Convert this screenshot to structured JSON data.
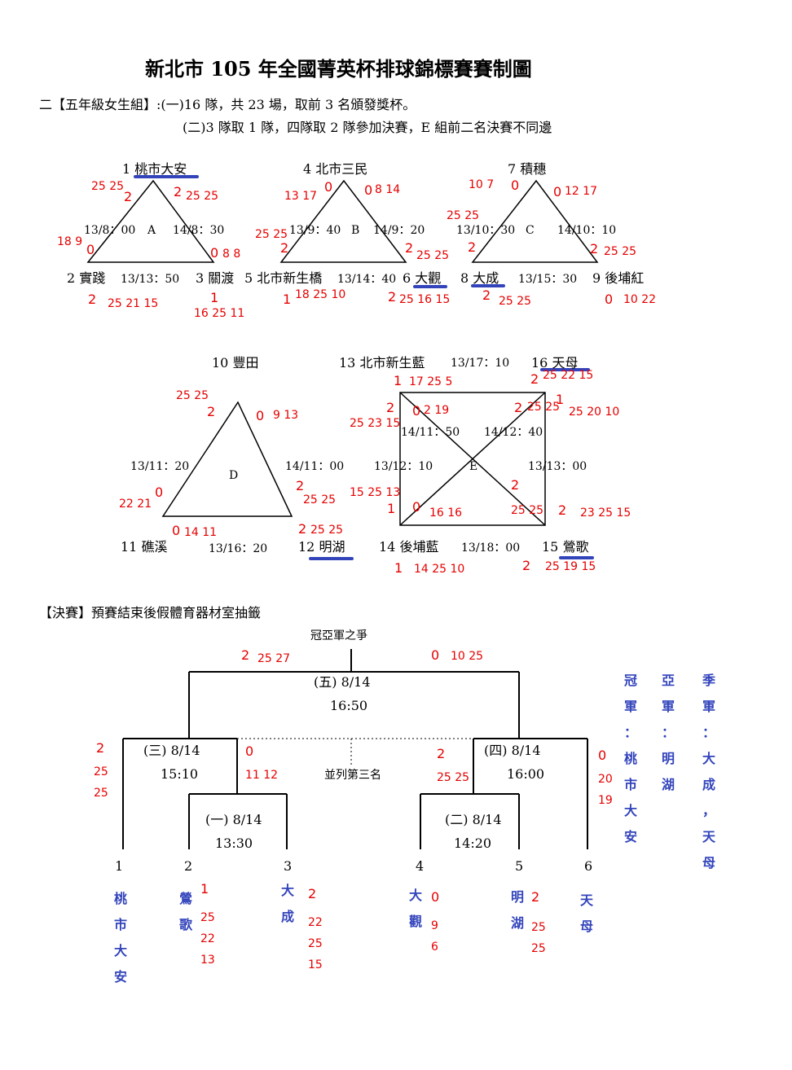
{
  "title": "新北市 105 年全國菁英杯排球錦標賽賽制圖",
  "rule_line1": "二【五年級女生組】:(一)16 隊，共 23 場，取前 3 名頒發獎杯。",
  "rule_line2": "(二)3 隊取 1 隊，四隊取 2 隊參加決賽，E 組前二名決賽不同邊",
  "groups": {
    "A": {
      "letter": "A",
      "team1": "1 桃市大安",
      "team2": "2 實踐",
      "team3": "3 關渡",
      "time_left": "13/8：00",
      "time_right": "14/8：30",
      "time_bottom": "13/13：50",
      "scores": {
        "t1_sets_left": "25 25",
        "t1_left": "2",
        "t1_right": "2",
        "t1_sets_right": "25 25",
        "t2_sets": "18 9",
        "t2_top": "0",
        "t3_top": "0",
        "t3_sets": "8 8",
        "t2_bottom": "2",
        "t2_bottom_sets": "25 21 15",
        "t3_bottom": "1",
        "t3_bottom_sets": "16 25 11"
      }
    },
    "B": {
      "letter": "B",
      "team4": "4 北市三民",
      "team5": "5 北市新生橋",
      "team6": "6 大觀",
      "time_left": "13/9：40",
      "time_right": "14/9：20",
      "time_bottom": "13/14：40",
      "scores": {
        "t4_sets_left": "13 17",
        "t4_left": "0",
        "t4_right": "0",
        "t4_sets_right": "8 14",
        "t5_sets": "25 25",
        "t5_top": "2",
        "t6_top": "2",
        "t6_sets": "25 25",
        "t5_bottom": "1",
        "t5_bottom_sets": "18 25 10",
        "t6_bottom": "2",
        "t6_bottom_sets": "25 16 15"
      }
    },
    "C": {
      "letter": "C",
      "team7": "7 積穗",
      "team8": "8 大成",
      "team9": "9 後埔紅",
      "time_left": "13/10：30",
      "time_right": "14/10：10",
      "time_bottom": "13/15：30",
      "scores": {
        "t7_sets_left": "10 7",
        "t7_left": "0",
        "t7_right": "0",
        "t7_sets_right": "12 17",
        "t8_sets": "25 25",
        "t8_top": "2",
        "t9_top": "2",
        "t9_sets": "25 25",
        "t8_bottom": "2",
        "t8_bottom_sets": "25 25",
        "t9_bottom": "0",
        "t9_bottom_sets": "10 22"
      }
    },
    "D": {
      "letter": "D",
      "team10": "10 豐田",
      "team11": "11 礁溪",
      "team12": "12 明湖",
      "time_left": "13/11：20",
      "time_right": "14/11：00",
      "time_bottom": "13/16：20",
      "scores": {
        "t10_sets": "25 25",
        "t10_left": "2",
        "t10_right": "0",
        "t10_right_sets": "9 13",
        "t11_top": "0",
        "t11_sets": "22 21",
        "t12_top": "2",
        "t12_sets": "25 25",
        "t11_bottom": "0",
        "t11_bottom_sets": "14 11",
        "t12_bottom": "2",
        "t12_bottom_sets": "25 25"
      }
    },
    "E": {
      "letter": "E",
      "team13": "13 北市新生藍",
      "team14": "14 後埔藍",
      "team15": "15 鶯歌",
      "team16": "16 天母",
      "time_top": "13/17：10",
      "time_bottom": "13/18：00",
      "time_diag_left": "14/11：50",
      "time_diag_right": "14/12：40",
      "time_left": "13/12：10",
      "time_right": "13/13：00",
      "scores": {
        "t13_top": "1",
        "t13_top_sets": "17 25 5",
        "t16_top": "2",
        "t16_top_sets": "25 22 15",
        "t13_diag": "2",
        "t13_diag_sets": "25 23 15",
        "t13_right": "0",
        "t13_right_sets": "2 19",
        "t16_left": "2",
        "t16_left_sets": "25 25",
        "t16_diag": "1",
        "t16_diag_sets": "25 20 10",
        "t14_top": "1",
        "t14_top_sets": "15 25 13",
        "t14_diag": "0",
        "t14_diag_sets": "16 16",
        "t15_diag": "2",
        "t15_diag_sets": "25 25",
        "t15_top": "2",
        "t15_top_sets": "23 25 15",
        "t14_bottom": "1",
        "t14_bottom_sets": "14 25 10",
        "t15_bottom": "2",
        "t15_bottom_sets": "25 19 15"
      }
    }
  },
  "finals": {
    "header": "【決賽】預賽結束後假體育器材室抽籤",
    "championship": "冠亞軍之爭",
    "third": "並列第三名",
    "m5": {
      "label": "(五) 8/14",
      "time": "16:50",
      "left_score": "2",
      "left_sets": "25 27",
      "right_score": "0",
      "right_sets": "10 25"
    },
    "m3": {
      "label": "(三) 8/14",
      "time": "15:10",
      "left_score": "2",
      "left_sets1": "25",
      "left_sets2": "25",
      "right_score": "0",
      "right_sets": "11 12"
    },
    "m4": {
      "label": "(四) 8/14",
      "time": "16:00",
      "left_score": "2",
      "left_sets": "25 25",
      "right_score": "0",
      "right_sets1": "20",
      "right_sets2": "19"
    },
    "m1": {
      "label": "(一) 8/14",
      "time": "13:30"
    },
    "m2": {
      "label": "(二) 8/14",
      "time": "14:20"
    },
    "slots": [
      "1",
      "2",
      "3",
      "4",
      "5",
      "6"
    ],
    "teams": [
      "桃\n市\n大\n安",
      "鶯\n歌",
      "大\n成",
      "大\n觀",
      "明\n湖",
      "天\n母"
    ],
    "slot_scores": {
      "s2": "1",
      "s2_sets": "25\n22\n13",
      "s3": "2",
      "s3_sets": "22\n25\n15",
      "s4": "0",
      "s4_sets": "9\n6",
      "s5": "2",
      "s5_sets": "25\n25"
    },
    "awards": {
      "champion": "冠\n軍\n：\n桃\n市\n大\n安",
      "runner_up": "亞\n軍\n：\n明\n湖",
      "third": "季\n軍\n：\n大\n成\n，\n天\n母"
    }
  },
  "colors": {
    "score": "#e60000",
    "highlight": "#3344bb"
  }
}
